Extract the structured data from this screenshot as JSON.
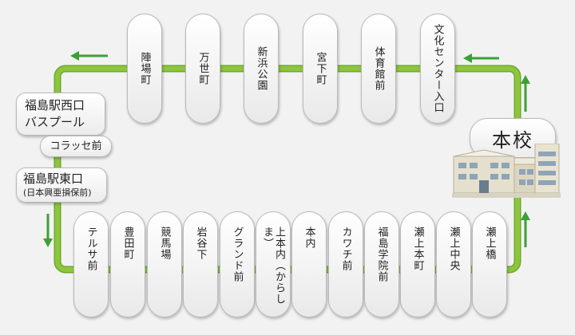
{
  "diagram": {
    "top_stops": [
      "陣場町",
      "万世町",
      "新浜公園",
      "宮下町",
      "体育館前",
      "文化センター入口"
    ],
    "bottom_stops": [
      "テルサ前",
      "豊田町",
      "競馬場",
      "岩谷下",
      "グランド前",
      "上本内（からしま）",
      "本内",
      "カワチ前",
      "福島学院前",
      "瀬上本町",
      "瀬上中央",
      "瀬上橋"
    ],
    "station_west": {
      "line1": "福島駅西口",
      "line2": "バスプール",
      "stop": "コラッセ前"
    },
    "station_east": {
      "name": "福島駅東口",
      "landmark": "(日本興亜損保前)"
    },
    "school": "本校",
    "colors": {
      "route": "#8cc63f",
      "route_edge": "#6fa82a",
      "arrow": "#3ca035",
      "background": "#f2f2f2"
    }
  }
}
